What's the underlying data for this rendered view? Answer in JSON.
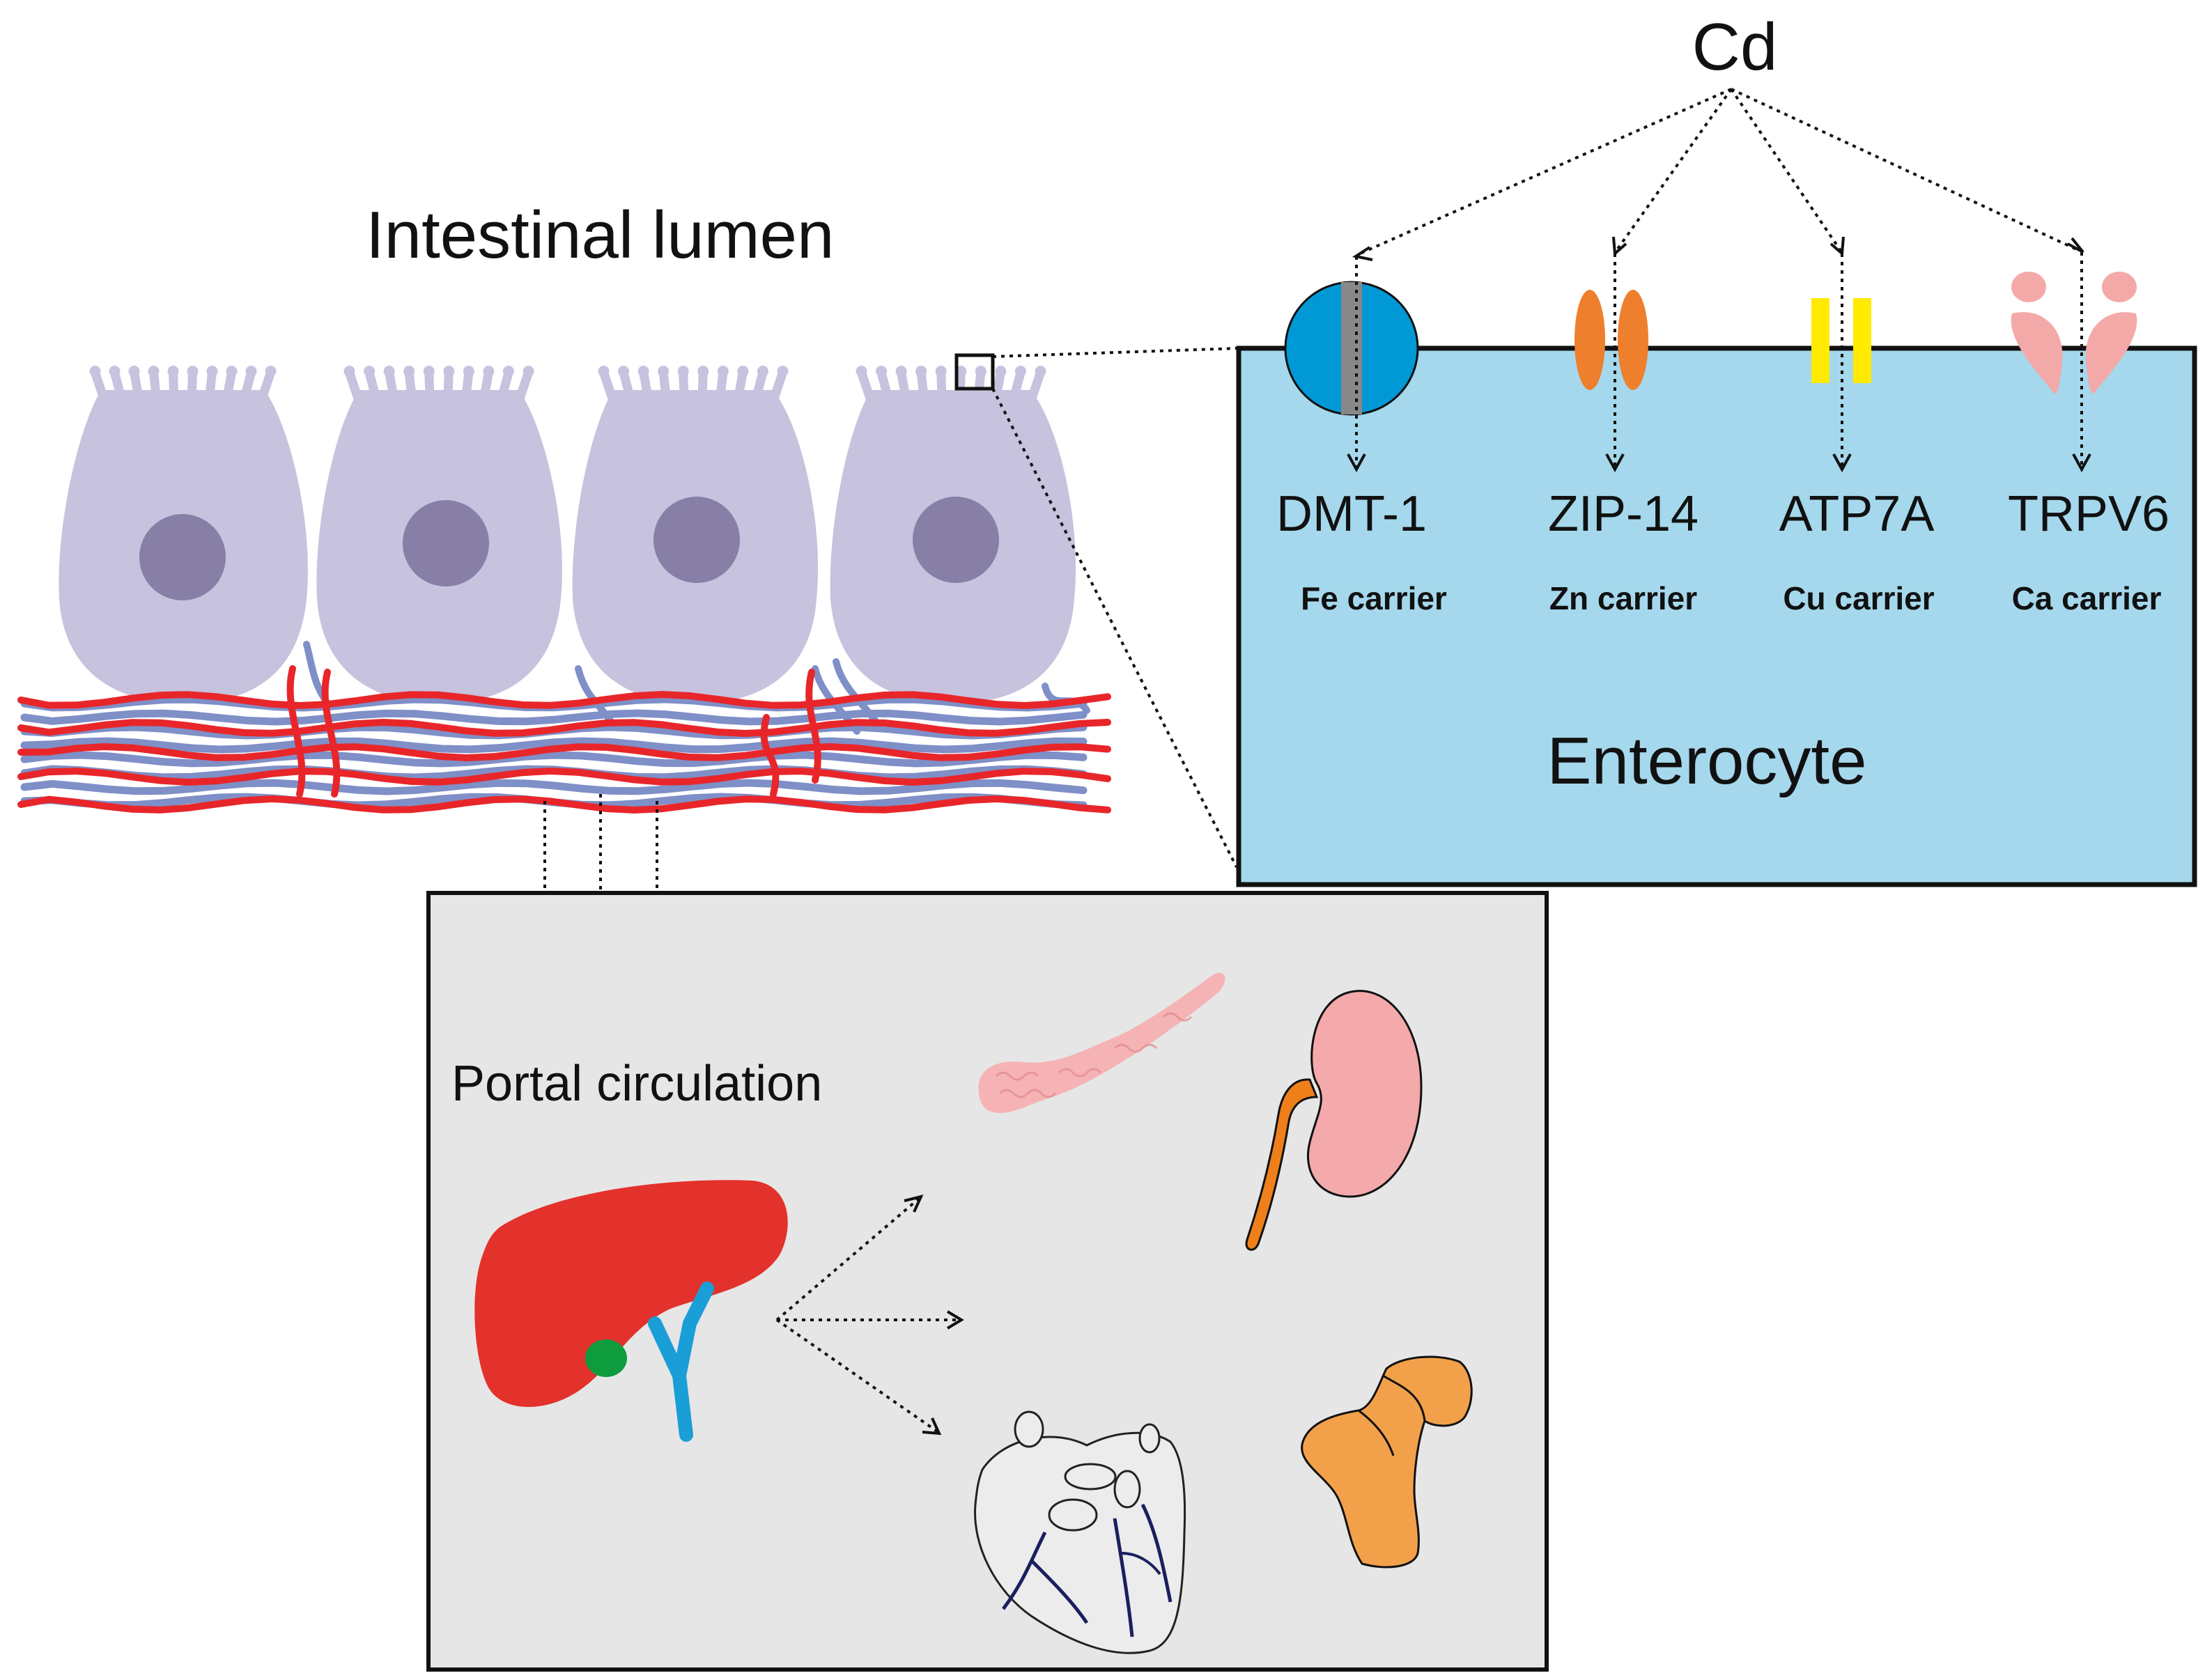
{
  "diagram": {
    "metal_label": "Cd",
    "lumen_label": "Intestinal lumen",
    "enterocyte_label": "Enterocyte",
    "portal_label": "Portal circulation",
    "carriers": [
      {
        "name": "DMT-1",
        "substrate": "Fe carrier"
      },
      {
        "name": "ZIP-14",
        "substrate": "Zn carrier"
      },
      {
        "name": "ATP7A",
        "substrate": "Cu carrier"
      },
      {
        "name": "TRPV6",
        "substrate": "Ca carrier"
      }
    ],
    "organs": [
      "liver",
      "pancreas",
      "kidney",
      "heart",
      "bone"
    ]
  },
  "colors": {
    "cell": "#c7c2de",
    "nucleus": "#877fa6",
    "vessel_red": "#e8262a",
    "vessel_blue": "#7f8fc7",
    "enterocyte_fill": "#a5d8ec",
    "portal_fill": "#e6e6e6",
    "dmt1": "#0099d5",
    "dmt1_channel": "#888888",
    "zip14": "#ee7f2d",
    "atp7a": "#ffea00",
    "trpv6": "#f4a9a9",
    "liver": "#e3312b",
    "gallbladder": "#0e9c3f",
    "bile_duct": "#1a9ed8",
    "pancreas": "#f6b3b6",
    "kidney": "#f4a9aa",
    "ureter": "#ef7f1a",
    "bone": "#f2a14a"
  }
}
